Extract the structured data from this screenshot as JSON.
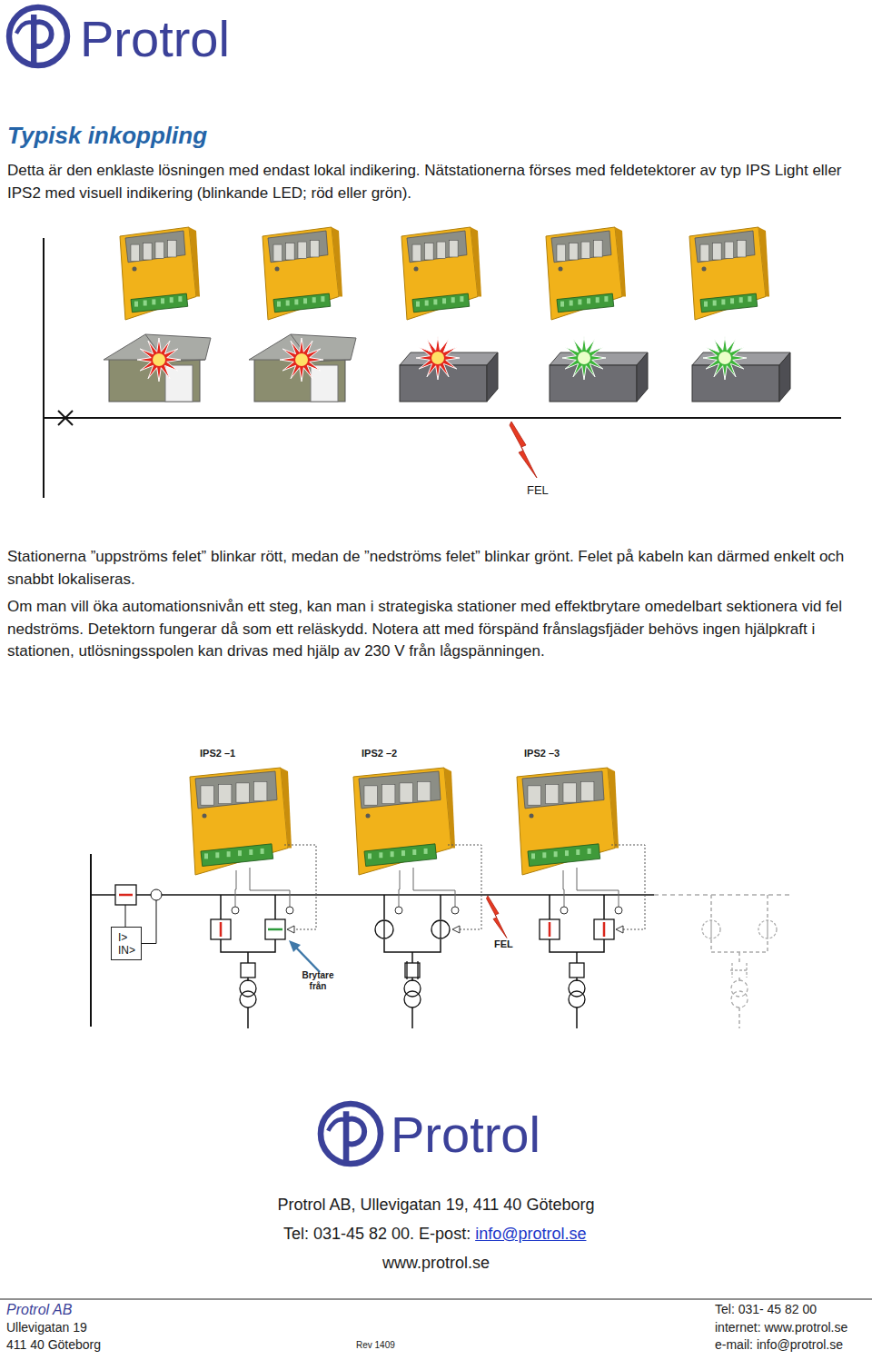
{
  "diagram": {
    "title": "Typisk inkoppling",
    "nodes": [
      {
        "text": [
          "I>",
          "IN>"
        ]
      }
    ],
    "labels": [
      "Protrol",
      "Detta är den enklaste lösningen med endast lokal indikering. Nätstationerna förses med feldetektorer av typ IPS Light eller IPS2 med visuell indikering (blinkande LED; röd eller grön).",
      "FEL",
      "Stationerna ”uppströms felet” blinkar rött, medan de ”nedströms felet” blinkar grönt. Felet på kabeln kan därmed enkelt och snabbt lokaliseras.",
      "Om man vill öka automationsnivån ett steg, kan man i strategiska stationer med effektbrytare omedelbart sektionera vid fel nedströms. Detektorn fungerar då som ett reläskydd. Notera att med förspänd frånslagsfjäder behövs ingen hjälpkraft i stationen, utlösningsspolen kan drivas med hjälp av 230 V från lågspänningen.",
      "IPS2 –1",
      "IPS2 –2",
      "IPS2 –3",
      "FEL",
      "Brytare från",
      "Protrol",
      "Protrol AB, Ullevigatan 19, 411 40 Göteborg",
      "Tel: 031-45 82 00. E-post:",
      "info@protrol.se",
      "www.protrol.se",
      "Protrol AB",
      "Ullevigatan 19",
      "411 40 Göteborg",
      "Rev 1409",
      "Tel: 031- 45 82 00",
      "internet: www.protrol.se",
      "e-mail: info@protrol.se"
    ]
  }
}
